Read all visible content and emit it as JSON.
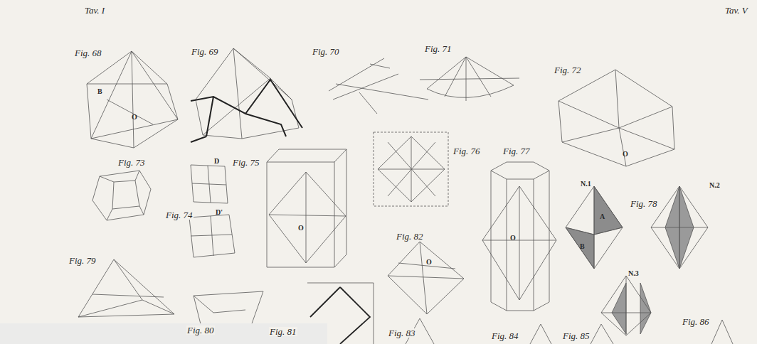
{
  "diagram": {
    "labels": [
      "Tav. I",
      "Tav. V",
      "Fig. 68",
      "Fig. 69",
      "Fig. 70",
      "Fig. 71",
      "Fig. 72",
      "Fig. 73",
      "Fig. 74",
      "Fig. 75",
      "Fig. 76",
      "Fig. 77",
      "Fig. 78",
      "Fig. 79",
      "Fig. 80",
      "Fig. 81",
      "Fig. 82",
      "Fig. 83",
      "Fig. 84",
      "Fig. 85",
      "Fig. 86",
      "O",
      "O",
      "O",
      "O",
      "O",
      "B",
      "A",
      "B",
      "N.1",
      "N.2",
      "N.3",
      "D",
      "D'"
    ]
  }
}
